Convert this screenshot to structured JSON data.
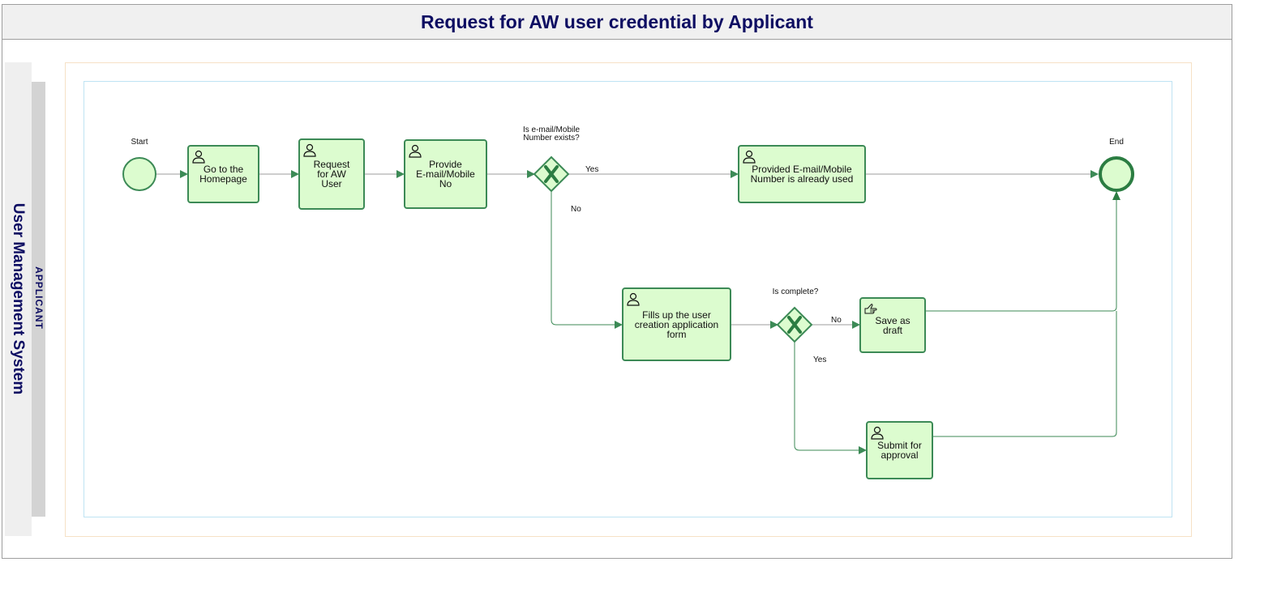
{
  "title": "Request for AW user credential by Applicant",
  "pool_label": "User Management System",
  "lane_label": "APPLICANT",
  "colors": {
    "title_text": "#0d0d62",
    "task_fill": "#dcfccf",
    "task_stroke": "#3c8a56",
    "flow_line": "#3c8a56",
    "neutral_line": "#9e9e9e"
  },
  "events": {
    "start": "Start",
    "end": "End"
  },
  "tasks": {
    "homepage": {
      "label": "Go to the\nHomepage",
      "icon": "user-task-icon"
    },
    "request": {
      "label": "Request\nfor AW\nUser",
      "icon": "user-task-icon"
    },
    "provide": {
      "label": "Provide\nE-mail/Mobile\nNo",
      "icon": "user-task-icon"
    },
    "already_used": {
      "label": "Provided E-mail/Mobile\nNumber is already used",
      "icon": "user-task-icon"
    },
    "fill_form": {
      "label": "Fills up the user\ncreation application\nform",
      "icon": "user-task-icon"
    },
    "save_draft": {
      "label": "Save as\ndraft",
      "icon": "manual-task-icon"
    },
    "submit": {
      "label": "Submit for\napproval",
      "icon": "user-task-icon"
    }
  },
  "gateways": {
    "email_exists": {
      "question": "Is e-mail/Mobile\nNumber exists?",
      "yes": "Yes",
      "no": "No"
    },
    "is_complete": {
      "question": "Is complete?",
      "yes": "Yes",
      "no": "No"
    }
  }
}
